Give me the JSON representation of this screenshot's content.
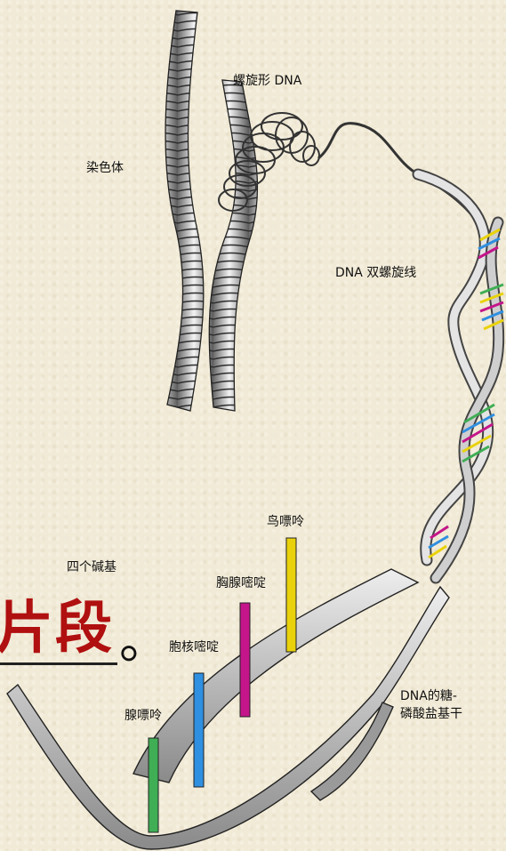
{
  "labels": {
    "chromosome": "染色体",
    "supercoiled_dna": "螺旋形 DNA",
    "double_helix": "DNA 双螺旋线",
    "four_bases": "四个碱基",
    "guanine": "鸟嘌呤",
    "thymine": "胸腺嘧啶",
    "cytosine": "胞核嘧啶",
    "adenine": "腺嘌呤",
    "backbone_line1": "DNA的糖-",
    "backbone_line2": "磷酸盐基干"
  },
  "overlay_text": {
    "fragment": "片段",
    "period": "。"
  },
  "colors": {
    "background": "#f1ead6",
    "overlay_text": "#b01010",
    "adenine": "#3fae55",
    "cytosine": "#2f8fe0",
    "thymine": "#c4158a",
    "guanine": "#e9d20c"
  }
}
